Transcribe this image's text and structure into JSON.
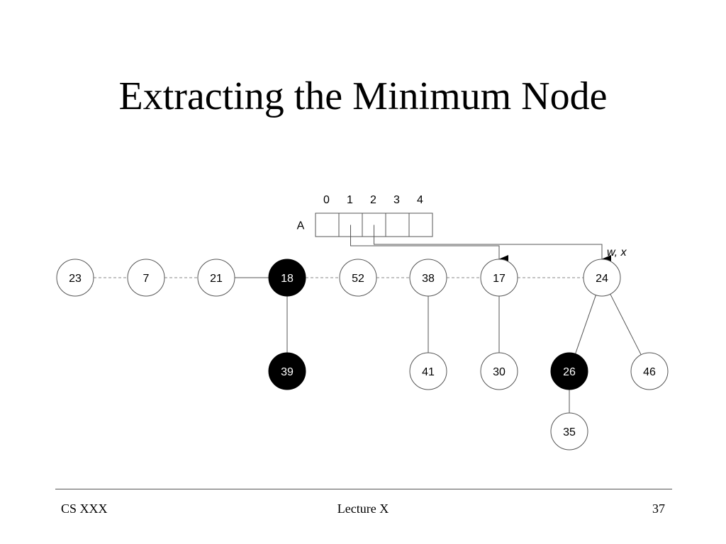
{
  "slide": {
    "title": "Extracting the Minimum Node"
  },
  "diagram": {
    "array": {
      "label": "A",
      "indices": [
        "0",
        "1",
        "2",
        "3",
        "4"
      ],
      "pointers": [
        {
          "from_index": 1,
          "to_node": "17"
        },
        {
          "from_index": 2,
          "to_node": "24"
        }
      ]
    },
    "pointer_annotation": "w, x",
    "root_list": [
      "23",
      "7",
      "21",
      "18",
      "52",
      "38",
      "17",
      "24"
    ],
    "nodes": [
      {
        "id": "23",
        "label": "23",
        "marked": false
      },
      {
        "id": "7",
        "label": "7",
        "marked": false
      },
      {
        "id": "21",
        "label": "21",
        "marked": false
      },
      {
        "id": "18",
        "label": "18",
        "marked": true
      },
      {
        "id": "52",
        "label": "52",
        "marked": false
      },
      {
        "id": "38",
        "label": "38",
        "marked": false
      },
      {
        "id": "17",
        "label": "17",
        "marked": false
      },
      {
        "id": "24",
        "label": "24",
        "marked": false
      },
      {
        "id": "39",
        "label": "39",
        "marked": true
      },
      {
        "id": "41",
        "label": "41",
        "marked": false
      },
      {
        "id": "30",
        "label": "30",
        "marked": false
      },
      {
        "id": "26",
        "label": "26",
        "marked": true
      },
      {
        "id": "46",
        "label": "46",
        "marked": false
      },
      {
        "id": "35",
        "label": "35",
        "marked": false
      }
    ],
    "root_links": [
      {
        "from": "23",
        "to": "7",
        "style": "dashed"
      },
      {
        "from": "7",
        "to": "21",
        "style": "dashed"
      },
      {
        "from": "21",
        "to": "18",
        "style": "solid"
      },
      {
        "from": "18",
        "to": "52",
        "style": "dashed"
      },
      {
        "from": "52",
        "to": "38",
        "style": "dashed"
      },
      {
        "from": "38",
        "to": "17",
        "style": "dashed"
      },
      {
        "from": "17",
        "to": "24",
        "style": "dashed"
      }
    ],
    "child_edges": [
      {
        "parent": "18",
        "child": "39"
      },
      {
        "parent": "38",
        "child": "41"
      },
      {
        "parent": "17",
        "child": "30"
      },
      {
        "parent": "24",
        "child": "26"
      },
      {
        "parent": "24",
        "child": "46"
      },
      {
        "parent": "26",
        "child": "35"
      }
    ]
  },
  "footer": {
    "course": "CS XXX",
    "lecture": "Lecture X",
    "page_number": "37"
  }
}
